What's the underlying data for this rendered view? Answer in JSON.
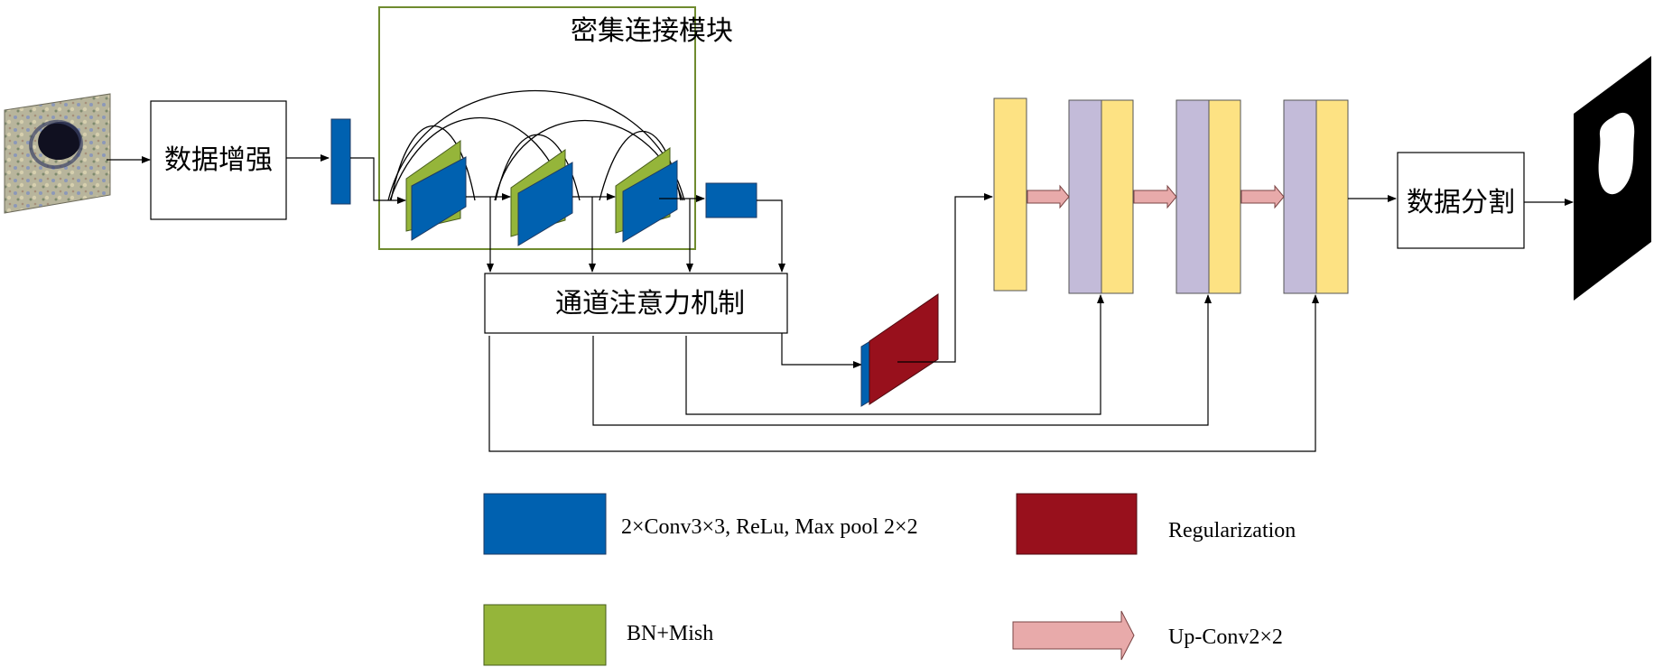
{
  "nodes": {
    "augment_label": "数据增强",
    "dense_block_label": "密集连接模块",
    "attention_label": "通道注意力机制",
    "segment_label": "数据分割"
  },
  "legend": {
    "conv_label": "2×Conv3×3,  ReLu, Max pool 2×2",
    "regularization_label": "Regularization",
    "bn_mish_label": "BN+Mish",
    "upconv_label": "Up-Conv2×2"
  },
  "colors": {
    "conv_blue": "#0061b0",
    "bn_green": "#95b53a",
    "regularization_red": "#98101c",
    "decoder_yellow": "#fde283",
    "decoder_lavender": "#c3bbd9",
    "upconv_pink": "#e8aaaa",
    "dense_block_border": "#6f8b2f"
  }
}
